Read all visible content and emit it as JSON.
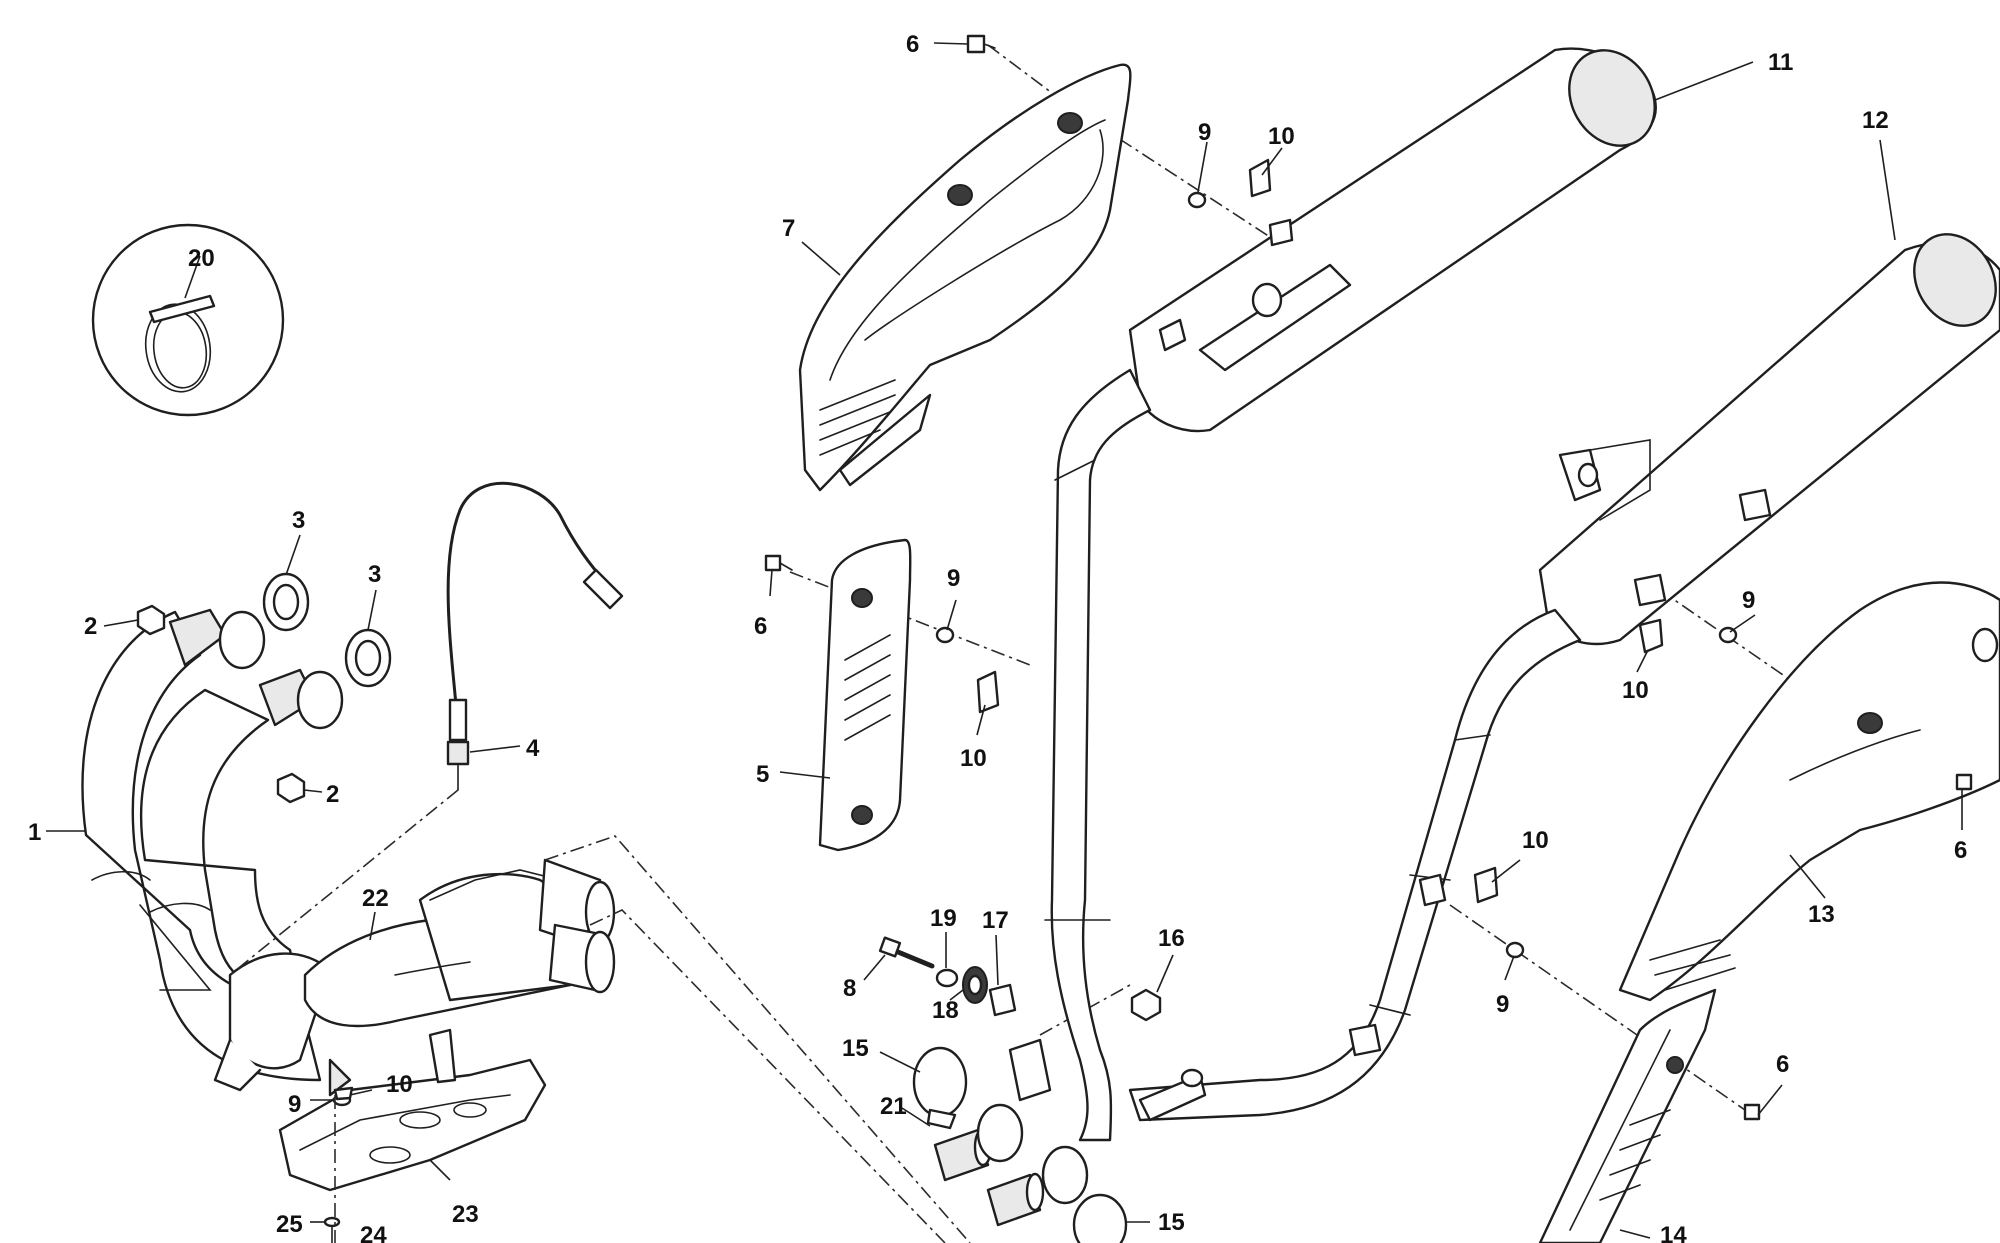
{
  "diagram": {
    "callouts": [
      "1",
      "2",
      "2",
      "3",
      "3",
      "4",
      "5",
      "6",
      "6",
      "6",
      "6",
      "7",
      "8",
      "9",
      "9",
      "9",
      "9",
      "9",
      "10",
      "10",
      "10",
      "10",
      "10",
      "11",
      "12",
      "13",
      "14",
      "15",
      "15",
      "16",
      "17",
      "18",
      "19",
      "20",
      "21",
      "22",
      "23",
      "24",
      "25"
    ]
  }
}
